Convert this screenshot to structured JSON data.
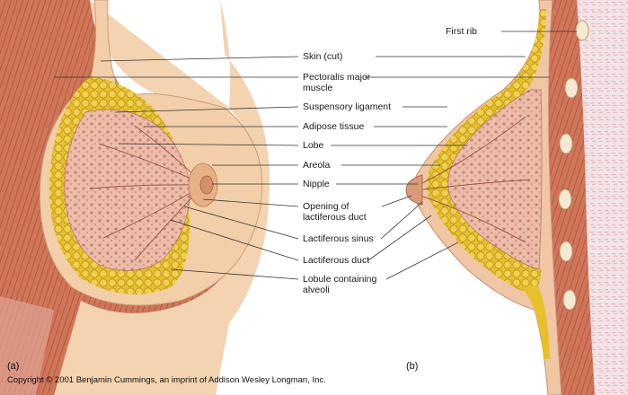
{
  "labels": {
    "skin": "Skin (cut)",
    "pectoralis_line1": "Pectoralis major",
    "pectoralis_line2": "muscle",
    "suspensory": "Suspensory ligament",
    "adipose": "Adipose tissue",
    "lobe": "Lobe",
    "areola": "Areola",
    "nipple": "Nipple",
    "opening_line1": "Opening of",
    "opening_line2": "lactiferous duct",
    "sinus": "Lactiferous sinus",
    "duct": "Lactiferous duct",
    "lobule_line1": "Lobule containing",
    "lobule_line2": "alveoli",
    "first_rib": "First rib"
  },
  "panels": {
    "a": "(a)",
    "b": "(b)"
  },
  "copyright": "Copyright © 2001 Benjamin Cummings, an imprint of Addison Wesley Longman, Inc.",
  "colors": {
    "muscle": "#c9684e",
    "skin": "#f3d3b0",
    "fat": "#e9c227",
    "gland": "#e8b7a5",
    "line": "#333333"
  }
}
